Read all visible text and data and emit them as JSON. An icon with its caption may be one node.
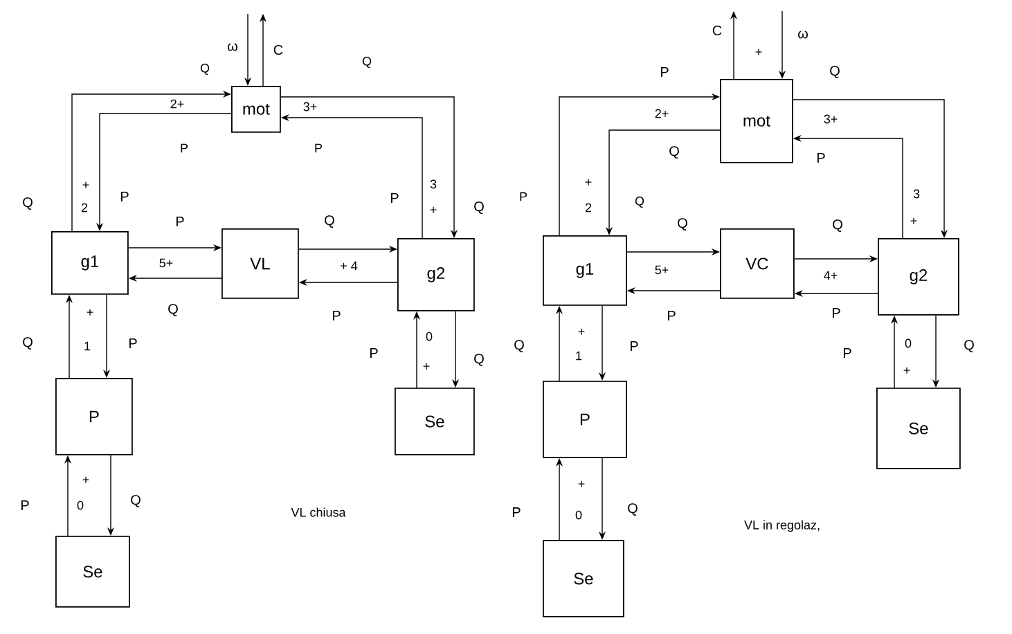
{
  "diagram": {
    "nodes": [
      {
        "text": [
          "mot"
        ]
      },
      {
        "text": [
          "g1"
        ]
      },
      {
        "text": [
          "VL"
        ]
      },
      {
        "text": [
          "g2"
        ]
      },
      {
        "text": [
          "P"
        ]
      },
      {
        "text": [
          "Se"
        ]
      },
      {
        "text": [
          "Se"
        ]
      },
      {
        "text": [
          "mot"
        ]
      },
      {
        "text": [
          "g1"
        ]
      },
      {
        "text": [
          "VC"
        ]
      },
      {
        "text": [
          "g2"
        ]
      },
      {
        "text": [
          "P"
        ]
      },
      {
        "text": [
          "Se"
        ]
      },
      {
        "text": [
          "Se"
        ]
      }
    ],
    "edges": [
      {
        "from": 1,
        "to": 0,
        "arrow": "to",
        "label": "Q"
      },
      {
        "from": 0,
        "to": 1,
        "arrow": "to",
        "label": "P"
      },
      {
        "from": 0,
        "to": 3,
        "arrow": "to",
        "label": "Q"
      },
      {
        "from": 3,
        "to": 0,
        "arrow": "to",
        "label": "P"
      },
      {
        "from": 1,
        "to": 2,
        "arrow": "to",
        "label": "P"
      },
      {
        "from": 2,
        "to": 1,
        "arrow": "to",
        "label": "Q"
      },
      {
        "from": 2,
        "to": 3,
        "arrow": "to",
        "label": "Q"
      },
      {
        "from": 3,
        "to": 2,
        "arrow": "to",
        "label": "P"
      },
      {
        "from": 4,
        "to": 1,
        "arrow": "to",
        "label": "Q"
      },
      {
        "from": 1,
        "to": 4,
        "arrow": "to",
        "label": "P"
      },
      {
        "from": 5,
        "to": 4,
        "arrow": "to",
        "label": "P"
      },
      {
        "from": 4,
        "to": 5,
        "arrow": "to",
        "label": "Q"
      },
      {
        "from": 6,
        "to": 3,
        "arrow": "to",
        "label": "P"
      },
      {
        "from": 3,
        "to": 6,
        "arrow": "to",
        "label": "Q"
      },
      {
        "from": 0,
        "to": null,
        "arrow": "to",
        "label": "C"
      },
      {
        "from": null,
        "to": 0,
        "arrow": "to",
        "label": "ω"
      },
      {
        "from": 8,
        "to": 7,
        "arrow": "to",
        "label": "P"
      },
      {
        "from": 7,
        "to": 8,
        "arrow": "to",
        "label": "Q"
      },
      {
        "from": 7,
        "to": 10,
        "arrow": "to",
        "label": "Q"
      },
      {
        "from": 10,
        "to": 7,
        "arrow": "to",
        "label": "P"
      },
      {
        "from": 8,
        "to": 9,
        "arrow": "to",
        "label": "Q"
      },
      {
        "from": 9,
        "to": 8,
        "arrow": "to",
        "label": "P"
      },
      {
        "from": 9,
        "to": 10,
        "arrow": "to",
        "label": "Q"
      },
      {
        "from": 10,
        "to": 9,
        "arrow": "to",
        "label": "P"
      },
      {
        "from": 11,
        "to": 8,
        "arrow": "to",
        "label": "Q"
      },
      {
        "from": 8,
        "to": 11,
        "arrow": "to",
        "label": "P"
      },
      {
        "from": 12,
        "to": 11,
        "arrow": "to",
        "label": "P"
      },
      {
        "from": 11,
        "to": 12,
        "arrow": "to",
        "label": "Q"
      },
      {
        "from": 13,
        "to": 10,
        "arrow": "to",
        "label": "P"
      },
      {
        "from": 10,
        "to": 13,
        "arrow": "to",
        "label": "Q"
      },
      {
        "from": 7,
        "to": null,
        "arrow": "to",
        "label": "C"
      },
      {
        "from": null,
        "to": 7,
        "arrow": "to",
        "label": "ω"
      }
    ],
    "labels": [
      "Q",
      "Q",
      "2+",
      "3+",
      "P",
      "P",
      "+",
      "2",
      "3",
      "+",
      "5+",
      "+ 4",
      "+",
      "1",
      "+",
      "0",
      "0",
      "+",
      "VL chiusa",
      "+",
      "2+",
      "3+",
      "P",
      "+",
      "2",
      "Q",
      "3",
      "+",
      "5+",
      "4+",
      "+",
      "1",
      "+",
      "0",
      "0",
      "+",
      "VL in regolaz,"
    ]
  }
}
